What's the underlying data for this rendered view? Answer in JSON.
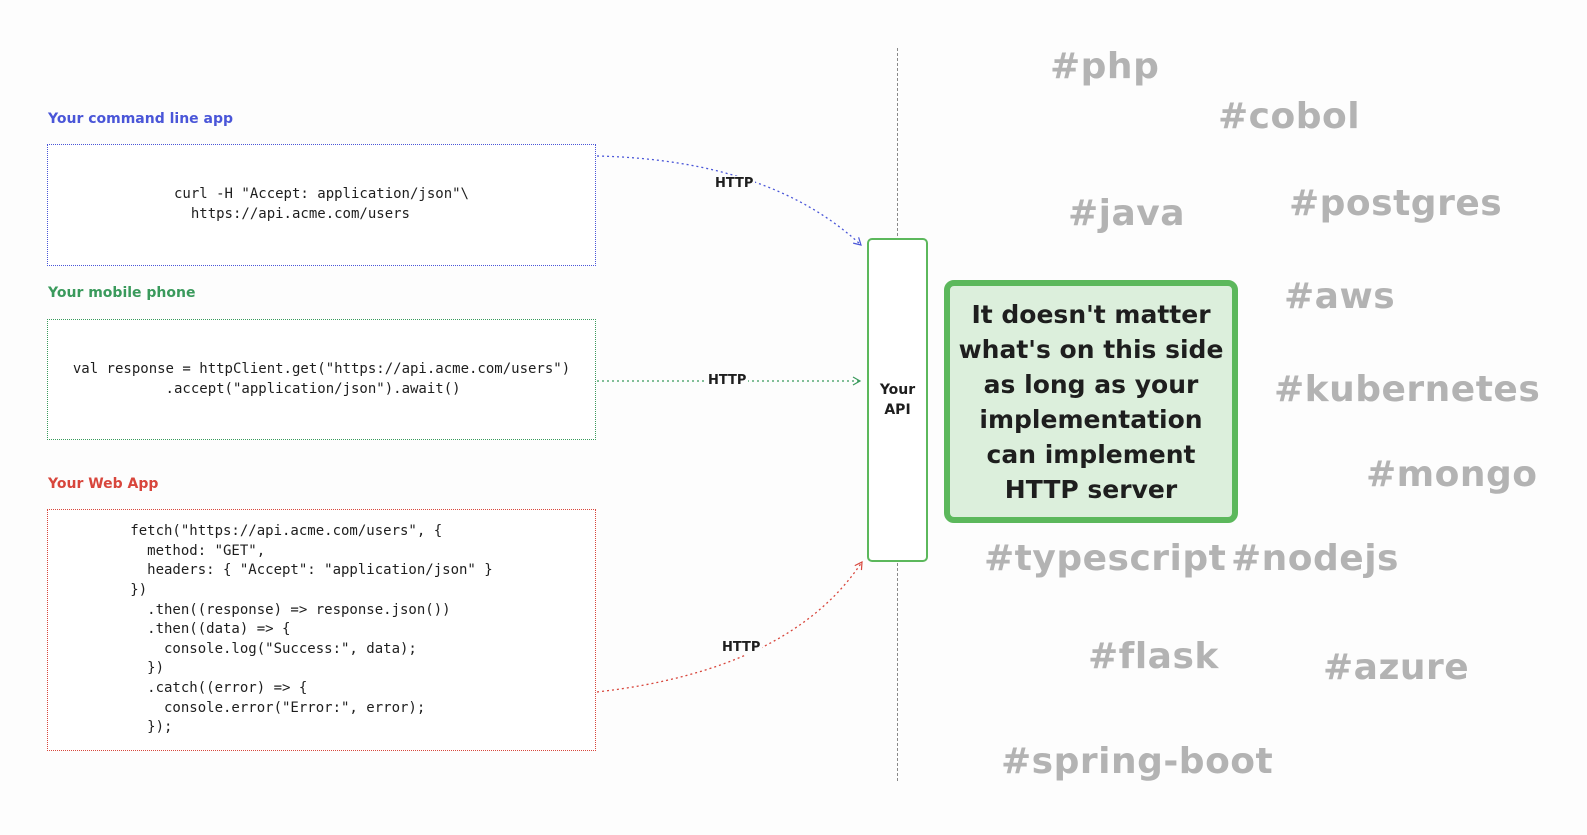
{
  "clients": {
    "cli": {
      "label": "Your command line app",
      "code": "curl -H \"Accept: application/json\"\\\n  https://api.acme.com/users",
      "color": "#4a56d8"
    },
    "mobile": {
      "label": "Your mobile phone",
      "code": "val response = httpClient.get(\"https://api.acme.com/users\")\n           .accept(\"application/json\").await()",
      "color": "#3a9a5c"
    },
    "web": {
      "label": "Your Web App",
      "code": "fetch(\"https://api.acme.com/users\", {\n  method: \"GET\",\n  headers: { \"Accept\": \"application/json\" }\n})\n  .then((response) => response.json())\n  .then((data) => {\n    console.log(\"Success:\", data);\n  })\n  .catch((error) => {\n    console.error(\"Error:\", error);\n  });",
      "color": "#d8463c"
    }
  },
  "connections": [
    {
      "from": "cli",
      "label": "HTTP"
    },
    {
      "from": "mobile",
      "label": "HTTP"
    },
    {
      "from": "web",
      "label": "HTTP"
    }
  ],
  "api": {
    "label": "Your API",
    "color": "#5cb85c"
  },
  "note": {
    "text": "It doesn't matter what's on this side as long as your implementation can implement HTTP server",
    "fill": "#dcefdc",
    "border": "#5cb85c"
  },
  "tags": [
    "#php",
    "#cobol",
    "#java",
    "#postgres",
    "#aws",
    "#kubernetes",
    "#mongo",
    "#typescript",
    "#nodejs",
    "#flask",
    "#azure",
    "#spring-boot"
  ]
}
